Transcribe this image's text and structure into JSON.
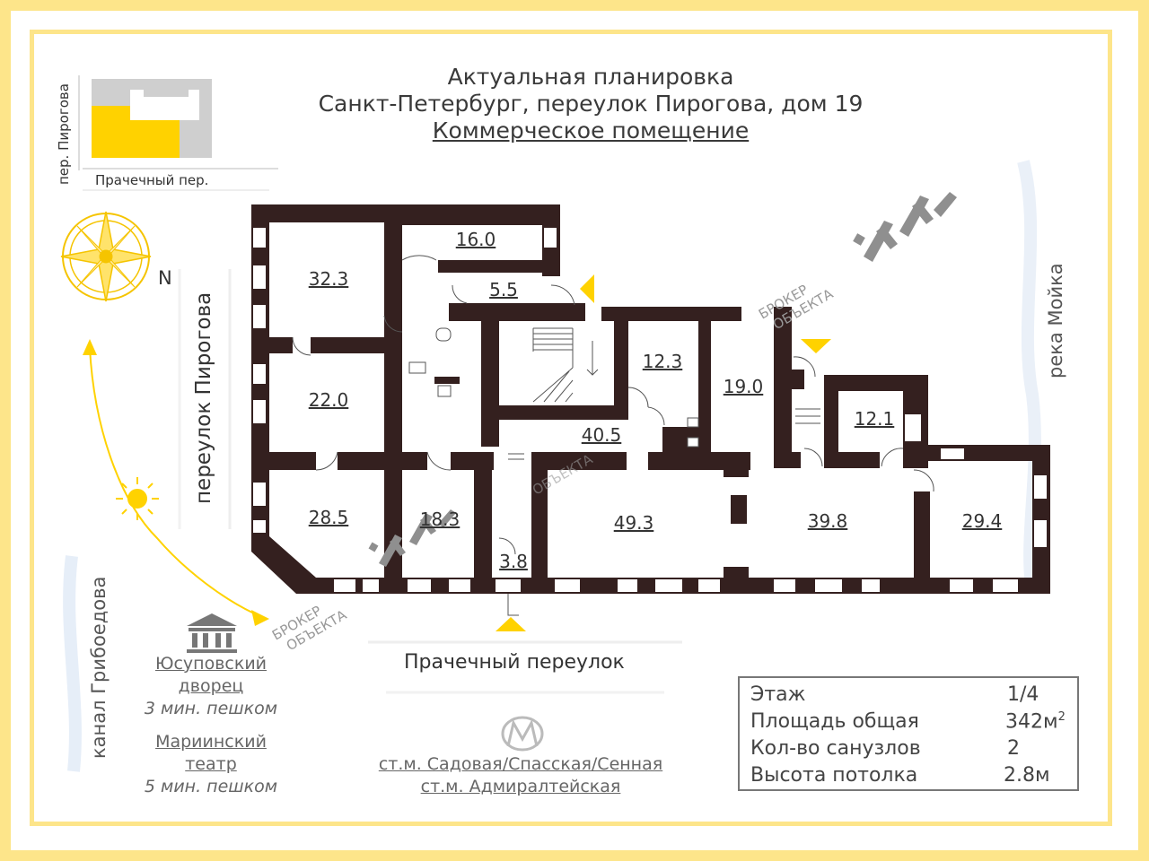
{
  "header": {
    "line1": "Актуальная планировка",
    "line2": "Санкт-Петербург, переулок Пирогова, дом 19",
    "line3": "Коммерческое помещение"
  },
  "minimap": {
    "street_vertical": "пер. Пирогова",
    "street_horizontal": "Прачечный пер."
  },
  "compass": {
    "north": "N"
  },
  "streets": {
    "left": "переулок Пирогова",
    "bottom": "Прачечный переулок",
    "right_river": "река Мойка",
    "left_canal": "канал Грибоедова"
  },
  "rooms": [
    {
      "label": "32.3"
    },
    {
      "label": "16.0"
    },
    {
      "label": "5.5"
    },
    {
      "label": "12.3"
    },
    {
      "label": "19.0"
    },
    {
      "label": "12.1"
    },
    {
      "label": "22.0"
    },
    {
      "label": "40.5"
    },
    {
      "label": "28.5"
    },
    {
      "label": "18.3"
    },
    {
      "label": "3.8"
    },
    {
      "label": "49.3"
    },
    {
      "label": "39.8"
    },
    {
      "label": "29.4"
    }
  ],
  "watermark": {
    "text1": "БРОКЕР",
    "text2": "ОБЪЕКТА"
  },
  "landmarks": [
    {
      "name_line1": "Юсуповский",
      "name_line2": "дворец",
      "walk": "3 мин. пешком"
    },
    {
      "name_line1": "Мариинский",
      "name_line2": "театр",
      "walk": "5 мин. пешком"
    }
  ],
  "metro": {
    "line1": "ст.м. Садовая/Спасская/Сенная",
    "line2": "ст.м. Адмиралтейская"
  },
  "info": {
    "floor_label": "Этаж",
    "floor_value": "1/4",
    "area_label": "Площадь общая",
    "area_value": "342м",
    "area_unit_sup": "2",
    "baths_label": "Кол-во санузлов",
    "baths_value": "2",
    "height_label": "Высота потолка",
    "height_value": "2.8м"
  },
  "colors": {
    "wall": "#34201f",
    "accent": "#ffd200",
    "frame": "#fde58a",
    "mark": "#8f8f8f"
  }
}
